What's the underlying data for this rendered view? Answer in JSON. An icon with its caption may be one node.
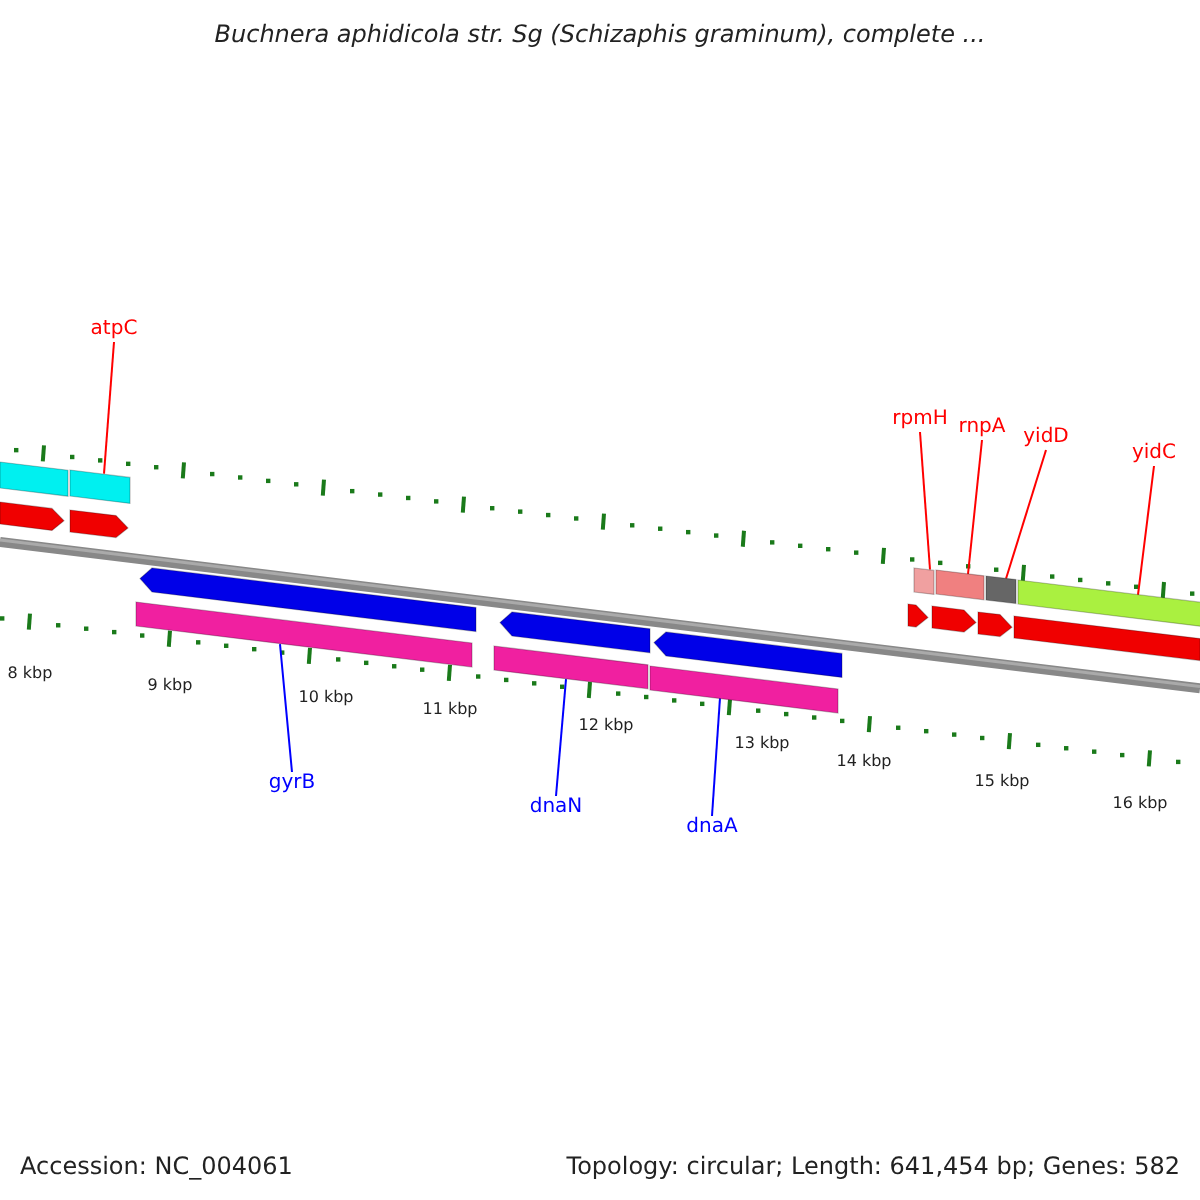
{
  "diagram": {
    "title": "Buchnera aphidicola str. Sg (Schizaphis graminum), complete ...",
    "nodes": [
      {
        "text": [
          "atpC"
        ]
      },
      {
        "text": [
          "rpmH"
        ]
      },
      {
        "text": [
          "rnpA"
        ]
      },
      {
        "text": [
          "yidD"
        ]
      },
      {
        "text": [
          "yidC"
        ]
      },
      {
        "text": [
          "gyrB"
        ]
      },
      {
        "text": [
          "dnaN"
        ]
      },
      {
        "text": [
          "dnaA"
        ]
      },
      {
        "text": [],
        "shape": "bar"
      },
      {
        "text": [],
        "shape": "bar"
      },
      {
        "text": [],
        "shape": "bar"
      },
      {
        "text": [],
        "shape": "bar"
      },
      {
        "text": [],
        "shape": "bar"
      },
      {
        "text": [],
        "shape": "bar"
      },
      {
        "text": [],
        "shape": "bar"
      },
      {
        "text": [],
        "shape": "bar"
      },
      {
        "text": [],
        "shape": "bar"
      },
      {
        "text": [],
        "shape": "pentagon"
      },
      {
        "text": [],
        "shape": "pentagon"
      },
      {
        "text": [],
        "shape": "pentagon"
      },
      {
        "text": [],
        "shape": "pentagon"
      },
      {
        "text": [],
        "shape": "pentagon"
      },
      {
        "text": [],
        "shape": "pentagon"
      },
      {
        "text": [],
        "shape": "pentagon"
      },
      {
        "text": [],
        "shape": "pentagon"
      },
      {
        "text": [],
        "shape": "bar"
      }
    ],
    "edges": [
      {
        "from": 0,
        "to": 8,
        "arrow": "none"
      },
      {
        "from": 1,
        "to": 9,
        "arrow": "none"
      },
      {
        "from": 2,
        "to": 10,
        "arrow": "none"
      },
      {
        "from": 3,
        "to": 11,
        "arrow": "none"
      },
      {
        "from": 4,
        "to": 12,
        "arrow": "none"
      },
      {
        "from": 5,
        "to": 13,
        "arrow": "none",
        "color": "#0000ff"
      },
      {
        "from": 6,
        "to": 14,
        "arrow": "none",
        "color": "#0000ff"
      },
      {
        "from": 7,
        "to": 15,
        "arrow": "none",
        "color": "#0000ff"
      }
    ],
    "labels": [
      "8 kbp",
      "9 kbp",
      "10 kbp",
      "11 kbp",
      "12 kbp",
      "13 kbp",
      "14 kbp",
      "15 kbp",
      "16 kbp",
      "Accession: NC_004061",
      "Topology: circular; Length: 641,454 bp; Genes: 582"
    ]
  }
}
